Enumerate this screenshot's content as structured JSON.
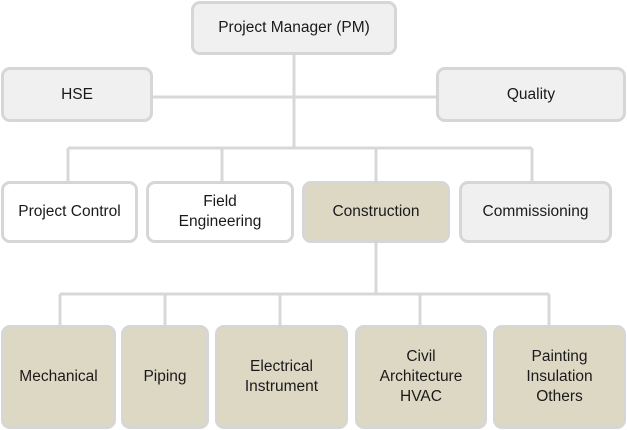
{
  "org_chart": {
    "top": {
      "label": "Project Manager (PM)"
    },
    "staff": {
      "left": {
        "label": "HSE"
      },
      "right": {
        "label": "Quality"
      }
    },
    "departments": [
      {
        "label": "Project Control"
      },
      {
        "label": "Field\nEngineering"
      },
      {
        "label": "Construction"
      },
      {
        "label": "Commissioning"
      }
    ],
    "disciplines": [
      {
        "label": "Mechanical"
      },
      {
        "label": "Piping"
      },
      {
        "label": "Electrical\nInstrument"
      },
      {
        "label": "Civil\nArchitecture\nHVAC"
      },
      {
        "label": "Painting\nInsulation\nOthers"
      }
    ]
  },
  "colors": {
    "connector": "#d8d8d8",
    "border": "#d6d6d6",
    "box_white": "#ffffff",
    "box_grey": "#f0f0f0",
    "box_highlight": "#ddd8c4"
  }
}
